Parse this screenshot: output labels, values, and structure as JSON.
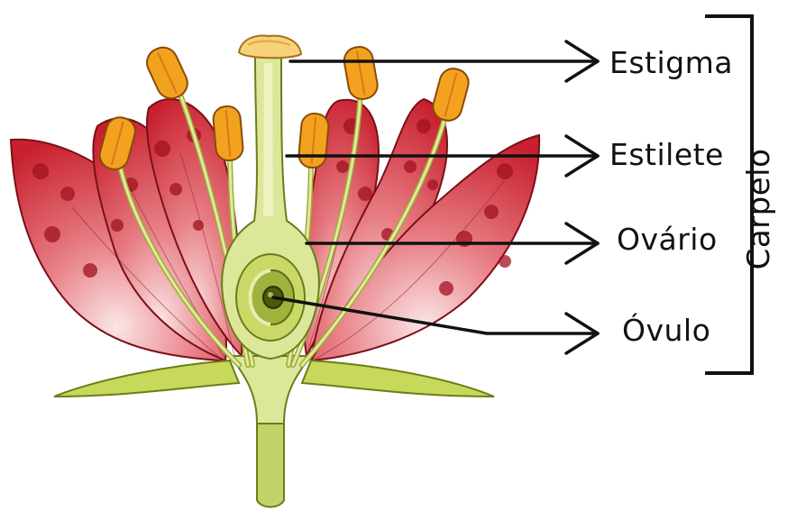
{
  "labels": {
    "estigma": "Estigma",
    "estilete": "Estilete",
    "ovario": "Ovário",
    "ovulo": "Óvulo",
    "carpelo": "Carpelo"
  },
  "colors": {
    "petal": "#c8202e",
    "petal_light": "#f3c7c7",
    "petal_spot": "#a1121f",
    "anther": "#f2a21e",
    "anther_dark": "#d9781a",
    "filament": "#c9d46a",
    "carpel": "#dde79a",
    "ovary_dark": "#8aa32f",
    "receptacle": "#b9cf4e",
    "ink": "#111111"
  }
}
